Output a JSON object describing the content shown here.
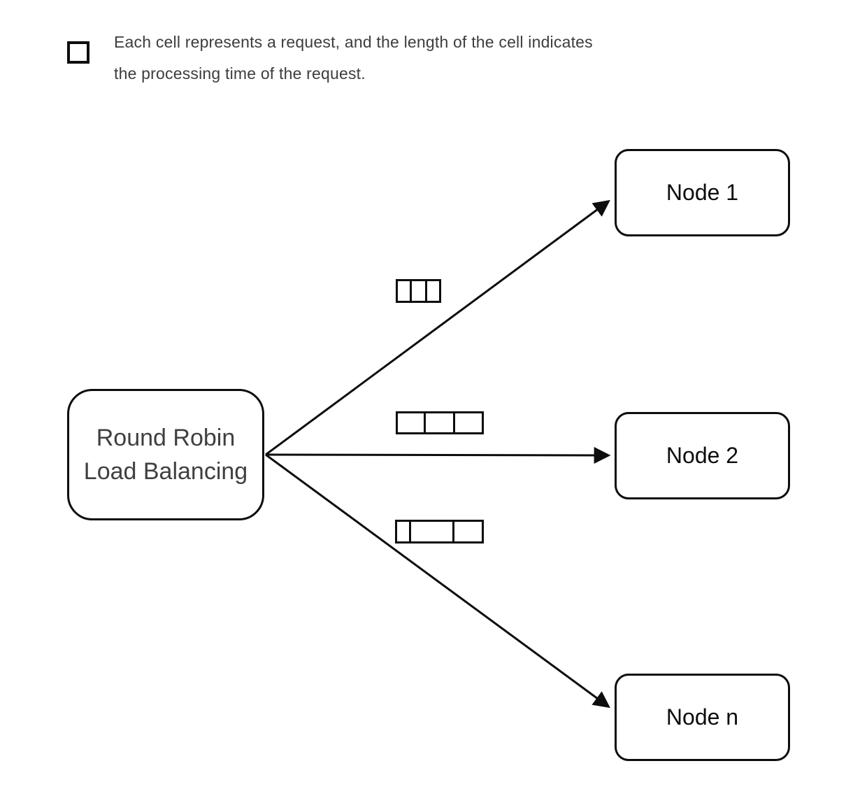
{
  "legend": {
    "icon": "cell-square-icon",
    "line1": "Each cell represents a request, and the length of the cell indicates",
    "line2": "the processing time of the request."
  },
  "balancer": {
    "label_line1": "Round Robin",
    "label_line2": "Load Balancing"
  },
  "nodes": [
    {
      "label": "Node 1"
    },
    {
      "label": "Node 2"
    },
    {
      "label": "Node n"
    }
  ],
  "request_strips": [
    {
      "target": "Node 1",
      "cell_count": 3,
      "cell_weights": [
        21,
        22,
        21
      ]
    },
    {
      "target": "Node 2",
      "cell_count": 3,
      "cell_weights": [
        41,
        43,
        42
      ]
    },
    {
      "target": "Node n",
      "cell_count": 3,
      "cell_weights": [
        18,
        62,
        41
      ]
    }
  ],
  "colors": {
    "stroke": "#0d0d0d",
    "background": "#ffffff",
    "legend_text": "#3d3d3d",
    "balancer_text": "#404040",
    "node_text": "#0d0d0d"
  }
}
